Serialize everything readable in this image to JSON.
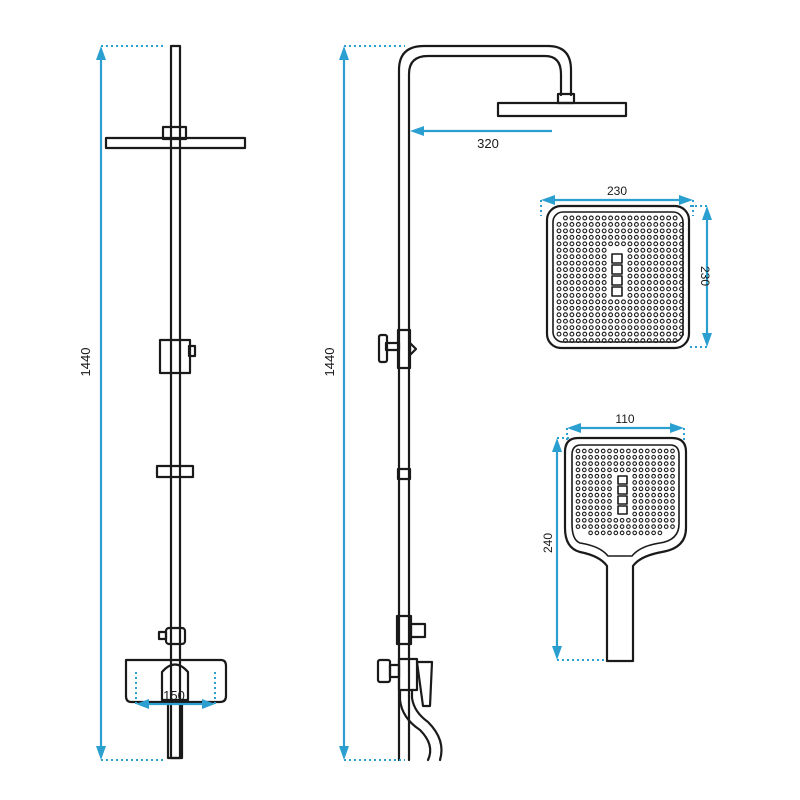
{
  "dimensions": {
    "front_height": "1440",
    "side_height": "1440",
    "arm_reach": "320",
    "mixer_width": "150",
    "head_width": "230",
    "head_depth": "230",
    "hand_width": "110",
    "hand_length": "240"
  },
  "colors": {
    "dimension": "#2a9fd0",
    "outline": "#1a1a1a"
  }
}
